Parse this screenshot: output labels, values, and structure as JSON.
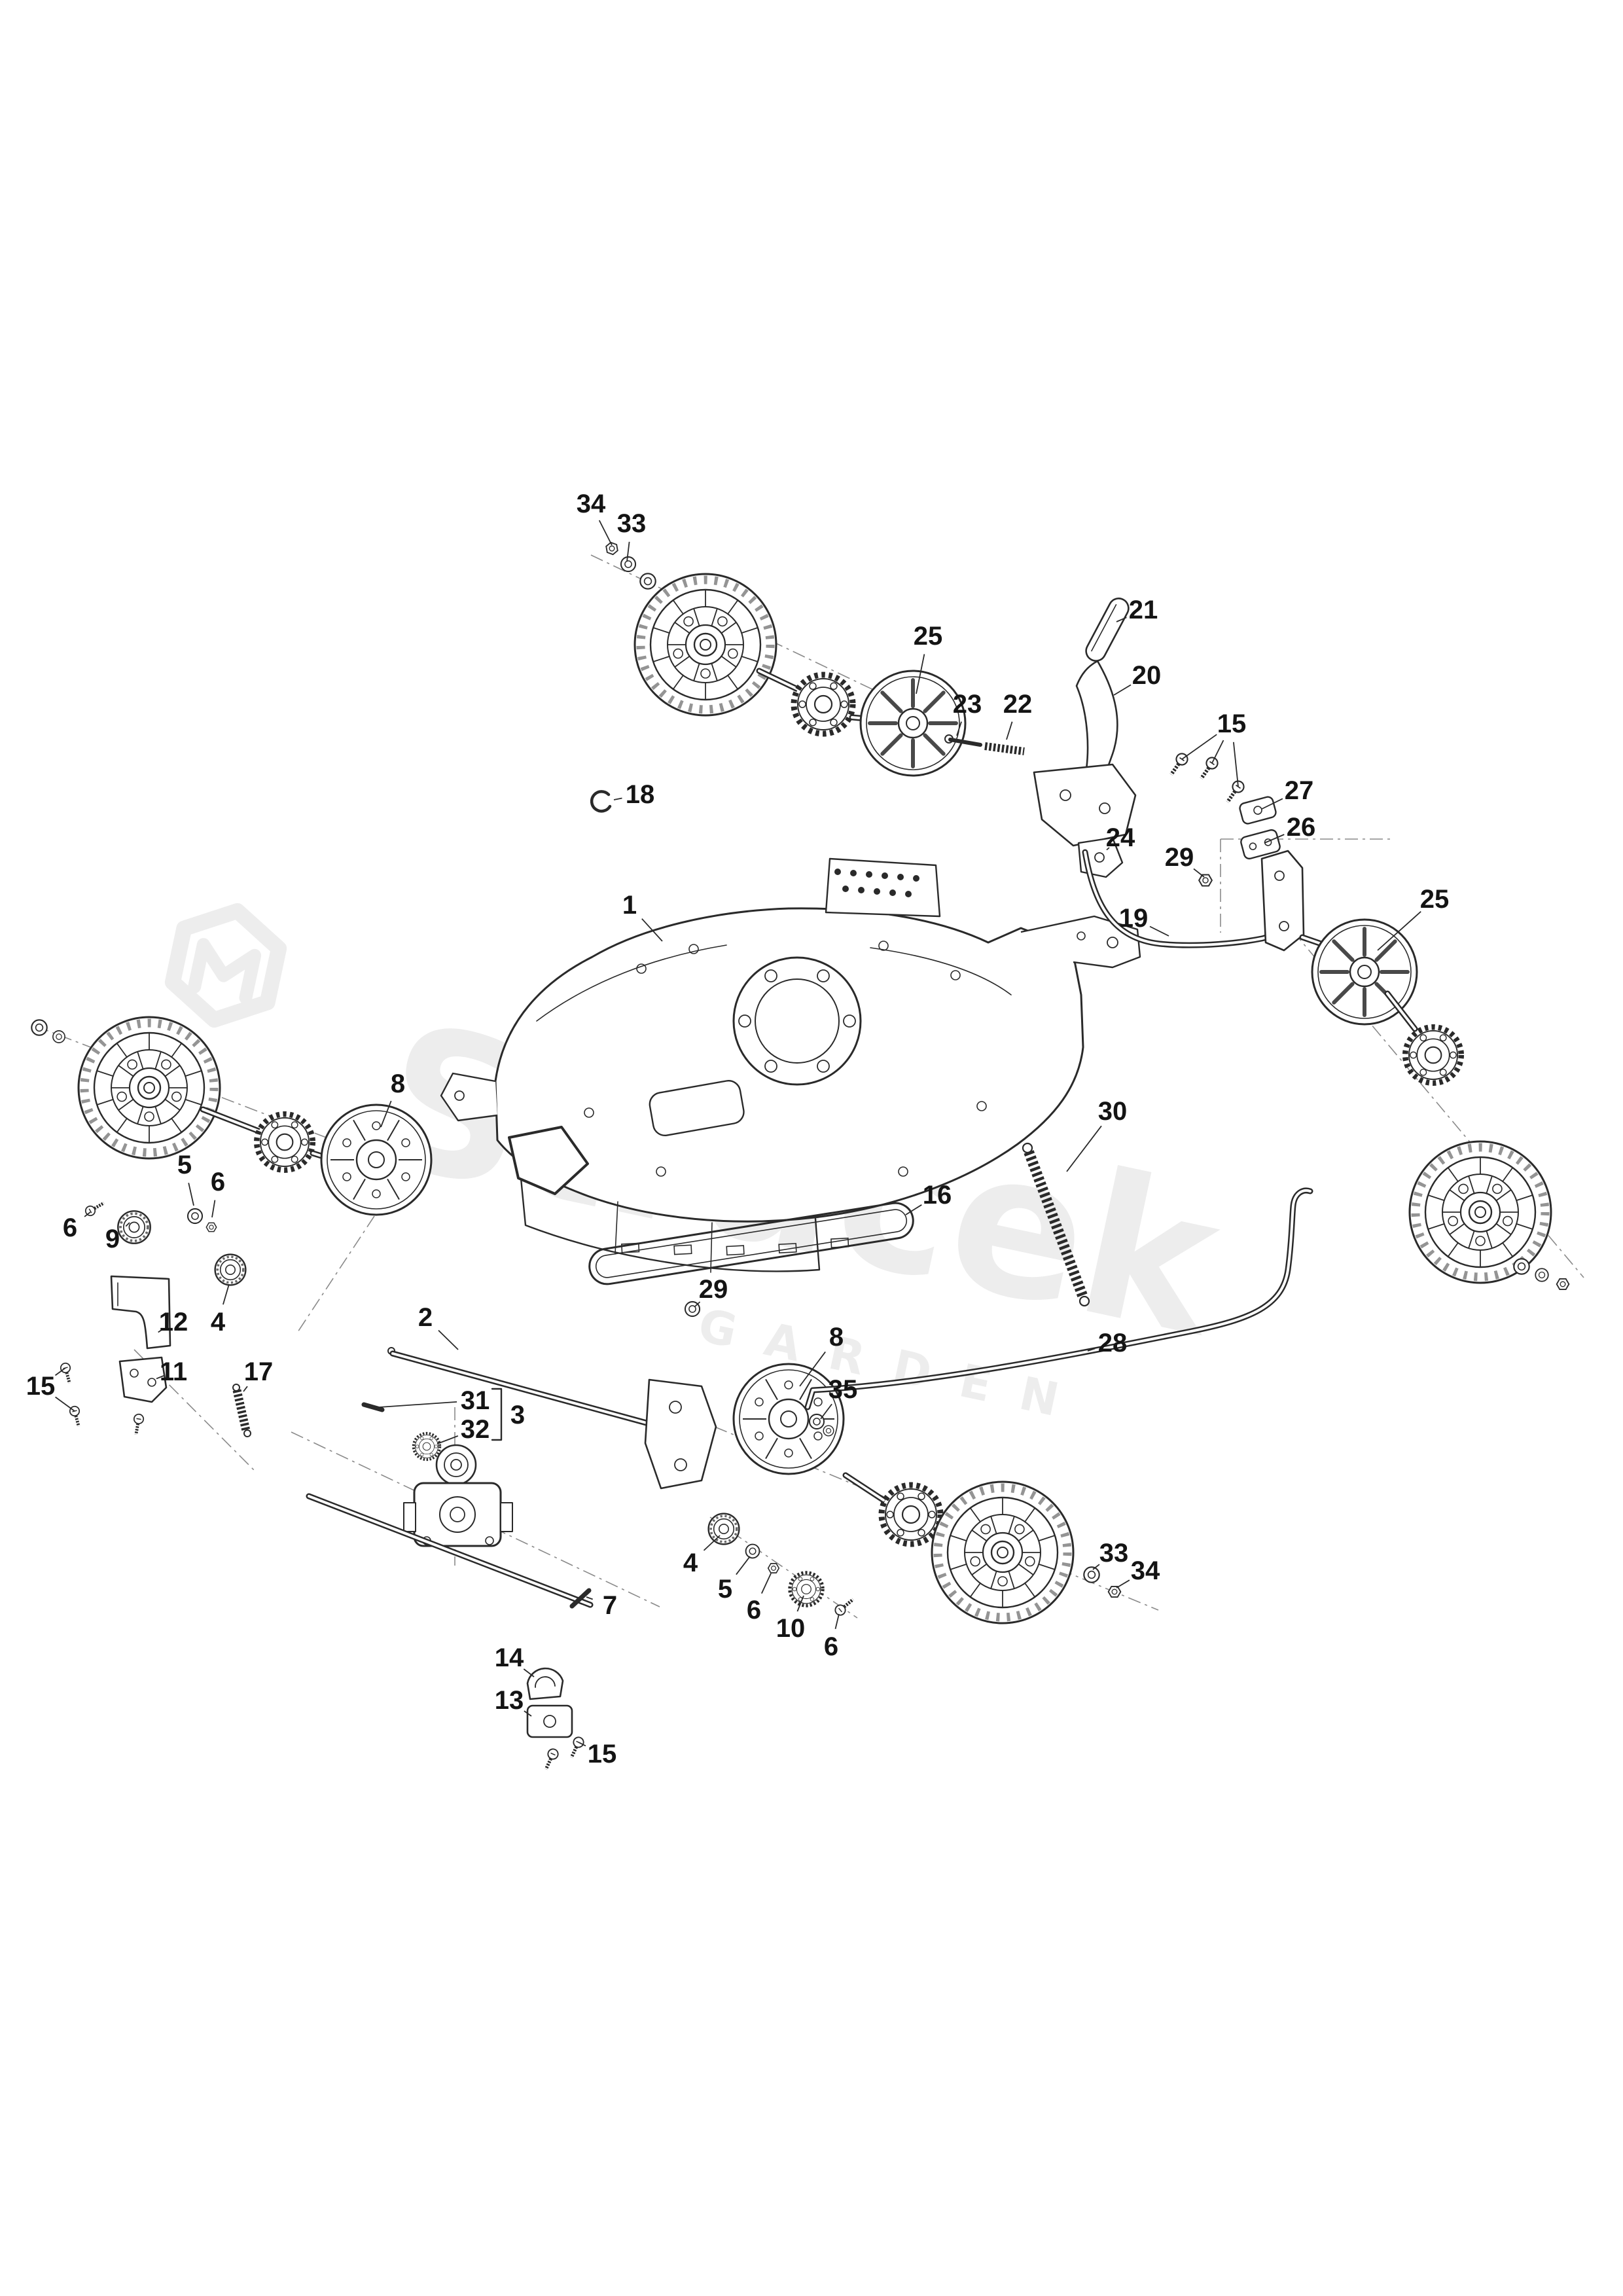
{
  "watermark": {
    "brand": "Straček",
    "sub": "GARDEN",
    "color": "#ededed"
  },
  "colors": {
    "ink": "#2a2a2a",
    "centerline": "#8a8a8a",
    "label": "#141414",
    "background": "#ffffff"
  },
  "diagram": {
    "type": "exploded-parts-diagram",
    "callouts": [
      {
        "text": "34",
        "label": [
          903,
          770
        ],
        "targets": [
          [
            935,
            833
          ]
        ]
      },
      {
        "text": "33",
        "label": [
          965,
          800
        ],
        "targets": [
          [
            958,
            858
          ]
        ]
      },
      {
        "text": "25",
        "label": [
          1418,
          972
        ],
        "targets": [
          [
            1400,
            1060
          ]
        ]
      },
      {
        "text": "21",
        "label": [
          1747,
          932
        ],
        "targets": [
          [
            1706,
            950
          ]
        ]
      },
      {
        "text": "20",
        "label": [
          1752,
          1032
        ],
        "targets": [
          [
            1702,
            1062
          ]
        ]
      },
      {
        "text": "23",
        "label": [
          1478,
          1076
        ],
        "targets": [
          [
            1462,
            1124
          ]
        ]
      },
      {
        "text": "22",
        "label": [
          1555,
          1076
        ],
        "targets": [
          [
            1538,
            1130
          ]
        ]
      },
      {
        "text": "15",
        "label": [
          1882,
          1106
        ],
        "targets": [
          [
            1806,
            1160
          ],
          [
            1852,
            1166
          ],
          [
            1892,
            1202
          ]
        ]
      },
      {
        "text": "27",
        "label": [
          1985,
          1208
        ],
        "targets": [
          [
            1928,
            1236
          ]
        ]
      },
      {
        "text": "26",
        "label": [
          1988,
          1264
        ],
        "targets": [
          [
            1932,
            1288
          ]
        ]
      },
      {
        "text": "24",
        "label": [
          1712,
          1280
        ],
        "targets": [
          [
            1695,
            1295
          ]
        ]
      },
      {
        "text": "29",
        "label": [
          1802,
          1310
        ],
        "targets": [
          [
            1840,
            1340
          ]
        ]
      },
      {
        "text": "19",
        "label": [
          1732,
          1403
        ],
        "targets": [
          [
            1786,
            1430
          ]
        ]
      },
      {
        "text": "25",
        "label": [
          2192,
          1374
        ],
        "targets": [
          [
            2105,
            1452
          ]
        ]
      },
      {
        "text": "1",
        "label": [
          962,
          1383
        ],
        "targets": [
          [
            1012,
            1438
          ]
        ]
      },
      {
        "text": "18",
        "label": [
          978,
          1214
        ],
        "targets": [
          [
            938,
            1222
          ]
        ]
      },
      {
        "text": "8",
        "label": [
          608,
          1656
        ],
        "targets": [
          [
            582,
            1722
          ]
        ]
      },
      {
        "text": "5",
        "label": [
          282,
          1780
        ],
        "targets": [
          [
            296,
            1842
          ]
        ]
      },
      {
        "text": "6",
        "label": [
          333,
          1806
        ],
        "targets": [
          [
            324,
            1860
          ]
        ]
      },
      {
        "text": "6",
        "label": [
          107,
          1876
        ],
        "targets": [
          [
            138,
            1852
          ]
        ]
      },
      {
        "text": "9",
        "label": [
          172,
          1893
        ],
        "targets": [
          [
            198,
            1868
          ]
        ]
      },
      {
        "text": "4",
        "label": [
          333,
          2020
        ],
        "targets": [
          [
            350,
            1962
          ]
        ]
      },
      {
        "text": "12",
        "label": [
          265,
          2020
        ],
        "targets": [
          [
            250,
            2030
          ]
        ]
      },
      {
        "text": "2",
        "label": [
          650,
          2013
        ],
        "targets": [
          [
            700,
            2062
          ]
        ]
      },
      {
        "text": "16",
        "label": [
          1432,
          1826
        ],
        "targets": [
          [
            1384,
            1856
          ]
        ]
      },
      {
        "text": "30",
        "label": [
          1700,
          1698
        ],
        "targets": [
          [
            1630,
            1790
          ]
        ]
      },
      {
        "text": "29",
        "label": [
          1090,
          1970
        ],
        "targets": [
          [
            1062,
            1996
          ]
        ]
      },
      {
        "text": "28",
        "label": [
          1700,
          2052
        ],
        "targets": [
          [
            1662,
            2064
          ]
        ]
      },
      {
        "text": "11",
        "label": [
          265,
          2096
        ],
        "targets": [
          [
            250,
            2102
          ]
        ]
      },
      {
        "text": "15",
        "label": [
          62,
          2118
        ],
        "targets": [
          [
            100,
            2090
          ],
          [
            114,
            2156
          ]
        ]
      },
      {
        "text": "17",
        "label": [
          395,
          2096
        ],
        "targets": [
          [
            372,
            2126
          ]
        ]
      },
      {
        "text": "31",
        "label": [
          726,
          2140
        ],
        "targets": [
          [
            580,
            2150
          ]
        ]
      },
      {
        "text": "32",
        "label": [
          726,
          2184
        ],
        "targets": [
          [
            668,
            2206
          ]
        ]
      },
      {
        "text": "3",
        "label": [
          791,
          2162
        ],
        "targets": []
      },
      {
        "text": "8",
        "label": [
          1278,
          2043
        ],
        "targets": [
          [
            1222,
            2118
          ]
        ]
      },
      {
        "text": "35",
        "label": [
          1288,
          2123
        ],
        "targets": [
          [
            1254,
            2168
          ]
        ]
      },
      {
        "text": "7",
        "label": [
          932,
          2453
        ],
        "targets": [
          [
            896,
            2440
          ]
        ]
      },
      {
        "text": "4",
        "label": [
          1055,
          2388
        ],
        "targets": [
          [
            1100,
            2346
          ]
        ]
      },
      {
        "text": "5",
        "label": [
          1108,
          2428
        ],
        "targets": [
          [
            1146,
            2378
          ]
        ]
      },
      {
        "text": "6",
        "label": [
          1152,
          2460
        ],
        "targets": [
          [
            1178,
            2404
          ]
        ]
      },
      {
        "text": "10",
        "label": [
          1208,
          2488
        ],
        "targets": [
          [
            1228,
            2438
          ]
        ]
      },
      {
        "text": "6",
        "label": [
          1270,
          2516
        ],
        "targets": [
          [
            1282,
            2466
          ]
        ]
      },
      {
        "text": "33",
        "label": [
          1702,
          2373
        ],
        "targets": [
          [
            1670,
            2398
          ]
        ]
      },
      {
        "text": "34",
        "label": [
          1750,
          2400
        ],
        "targets": [
          [
            1706,
            2426
          ]
        ]
      },
      {
        "text": "14",
        "label": [
          778,
          2533
        ],
        "targets": [
          [
            816,
            2562
          ]
        ]
      },
      {
        "text": "13",
        "label": [
          778,
          2598
        ],
        "targets": [
          [
            812,
            2622
          ]
        ]
      },
      {
        "text": "15",
        "label": [
          920,
          2680
        ],
        "targets": [
          [
            884,
            2662
          ]
        ]
      }
    ]
  }
}
